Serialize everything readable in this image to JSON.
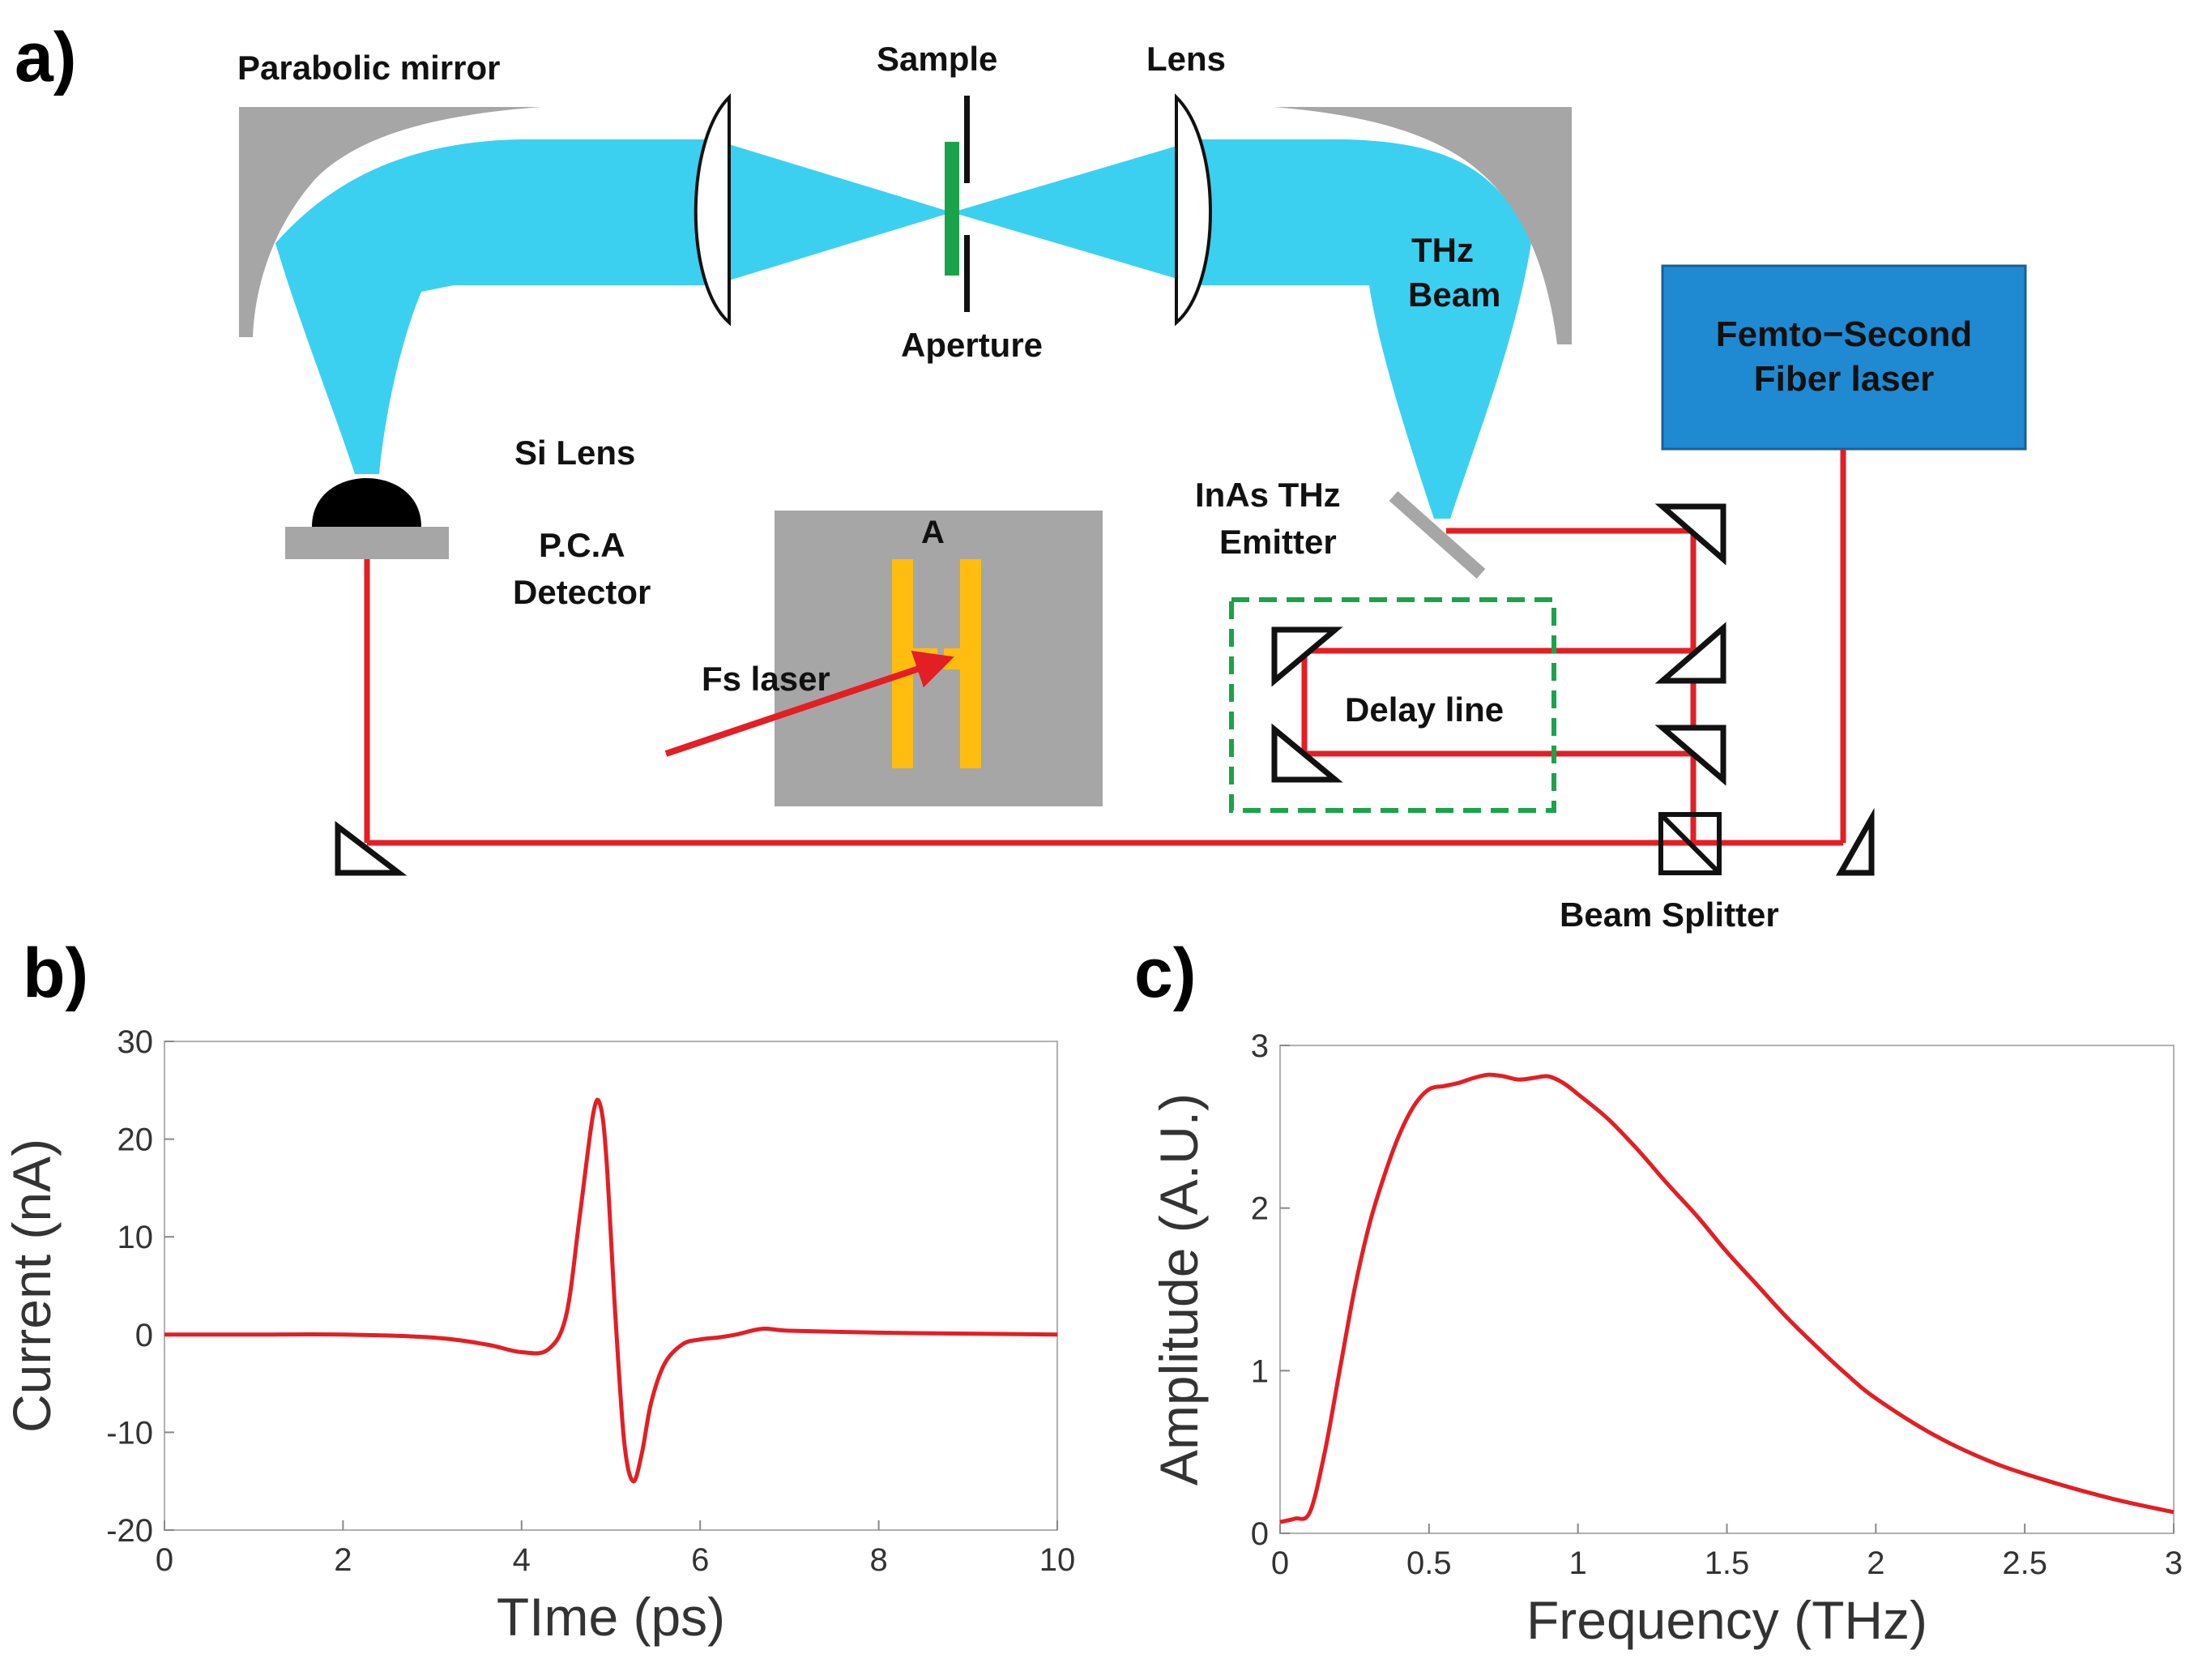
{
  "panels": {
    "a": "a)",
    "b": "b)",
    "c": "c)"
  },
  "diagram": {
    "labels": {
      "parabolic_mirror": "Parabolic mirror",
      "sample": "Sample",
      "lens": "Lens",
      "aperture": "Aperture",
      "thz_beam_1": "THz",
      "thz_beam_2": "Beam",
      "laser_1": "Femto−Second",
      "laser_2": "Fiber laser",
      "si_lens": "Si Lens",
      "pca_1": "P.C.A",
      "pca_2": "Detector",
      "inset_a": "A",
      "fs_laser": "Fs laser",
      "emitter_1": "InAs THz",
      "emitter_2": "Emitter",
      "delay_line": "Delay line",
      "beam_splitter": "Beam Splitter"
    },
    "colors": {
      "thz_beam": "#3cd0f0",
      "laser_path": "#e31e24",
      "mirror": "#a6a6a6",
      "fiber_laser_box": "#1f8ad1",
      "sample": "#1aa34a",
      "antenna": "#ffbe0f",
      "delay_box": "#1aa34a"
    }
  },
  "chart_data": [
    {
      "type": "line",
      "xlabel": "TIme (ps)",
      "ylabel": "Current (nA)",
      "xlim": [
        0,
        10
      ],
      "ylim": [
        -20,
        30
      ],
      "xticks": [
        "0",
        "2",
        "4",
        "6",
        "8",
        "10"
      ],
      "yticks": [
        "-20",
        "-10",
        "0",
        "10",
        "20",
        "30"
      ],
      "color": "#e31e24",
      "x": [
        0,
        1,
        2,
        3,
        3.6,
        4.0,
        4.3,
        4.5,
        4.65,
        4.8,
        4.88,
        4.95,
        5.05,
        5.15,
        5.25,
        5.35,
        5.45,
        5.6,
        5.8,
        6.0,
        6.2,
        6.4,
        6.7,
        7,
        8,
        9,
        10
      ],
      "y": [
        0,
        0,
        0,
        -0.3,
        -1,
        -1.8,
        -1.5,
        2,
        12,
        22.5,
        23.5,
        18,
        2,
        -11,
        -15,
        -12,
        -7,
        -3,
        -1,
        -0.5,
        -0.3,
        0,
        0.6,
        0.4,
        0.2,
        0.1,
        0
      ]
    },
    {
      "type": "line",
      "xlabel": "Frequency (THz)",
      "ylabel": "Amplitude (A.U.)",
      "xlim": [
        0,
        3
      ],
      "ylim": [
        0,
        3
      ],
      "xticks": [
        "0",
        "0.5",
        "1",
        "1.5",
        "2",
        "2.5",
        "3"
      ],
      "yticks": [
        "0",
        "1",
        "2",
        "3"
      ],
      "color": "#e31e24",
      "x": [
        0,
        0.05,
        0.1,
        0.15,
        0.2,
        0.25,
        0.3,
        0.35,
        0.4,
        0.45,
        0.5,
        0.55,
        0.6,
        0.65,
        0.7,
        0.75,
        0.8,
        0.85,
        0.9,
        0.95,
        1.0,
        1.1,
        1.2,
        1.3,
        1.4,
        1.5,
        1.6,
        1.7,
        1.8,
        1.9,
        2.0,
        2.2,
        2.4,
        2.6,
        2.8,
        3.0
      ],
      "y": [
        0.07,
        0.09,
        0.13,
        0.5,
        1.0,
        1.5,
        1.9,
        2.2,
        2.45,
        2.63,
        2.73,
        2.75,
        2.77,
        2.8,
        2.82,
        2.81,
        2.79,
        2.8,
        2.81,
        2.77,
        2.7,
        2.55,
        2.36,
        2.15,
        1.95,
        1.73,
        1.53,
        1.33,
        1.15,
        0.98,
        0.83,
        0.6,
        0.43,
        0.31,
        0.21,
        0.13
      ]
    }
  ]
}
